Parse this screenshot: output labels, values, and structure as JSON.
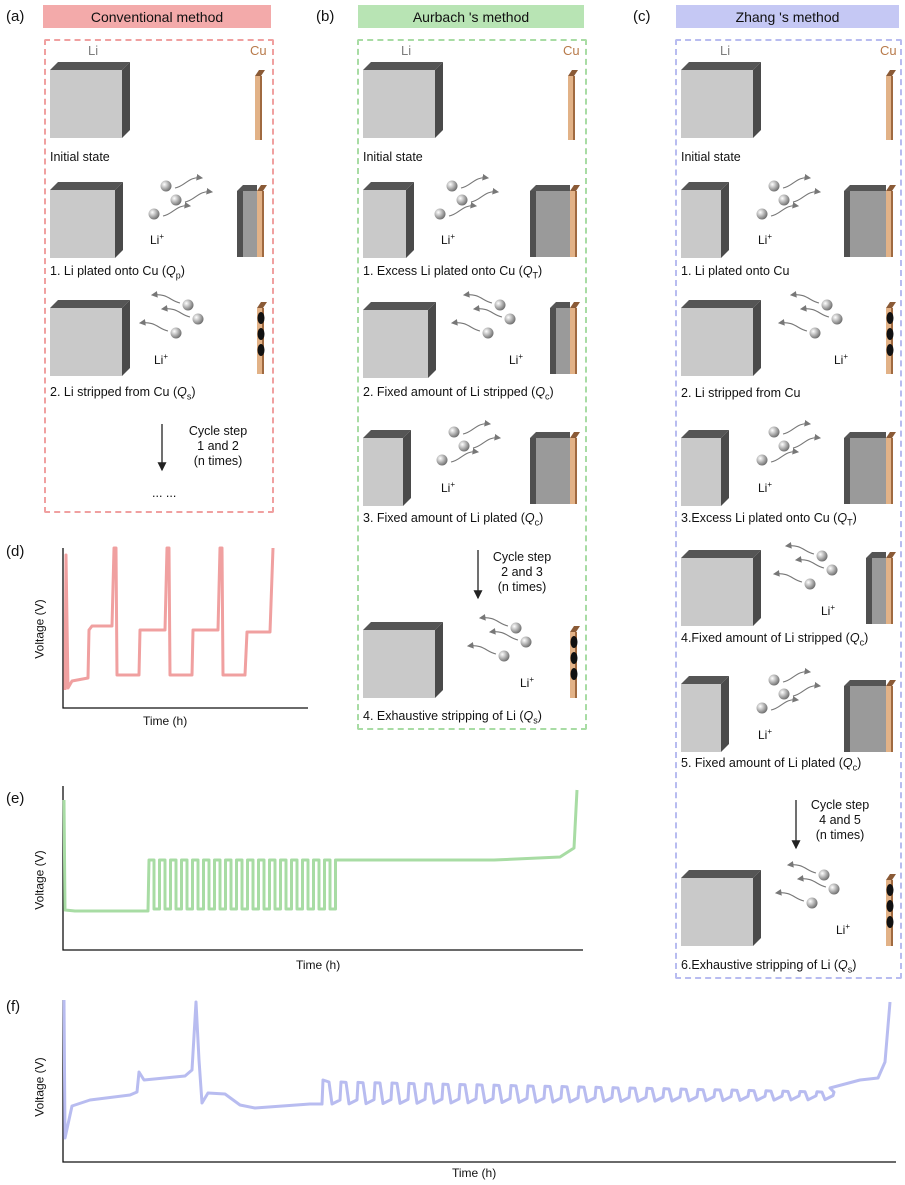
{
  "panels": {
    "a": {
      "label": "(a)",
      "title": "Conventional method",
      "color": "#f0aaaa",
      "border": "#f0a0a0",
      "li": "Li",
      "cu": "Cu",
      "steps": [
        "Initial state",
        "1. Li plated onto Cu (",
        "2. Li stripped from Cu ("
      ],
      "q": [
        "Q",
        "p",
        "Q",
        "s"
      ],
      "cycle": "Cycle step\n1 and 2\n(n times)",
      "ellipsis": "... ..."
    },
    "b": {
      "label": "(b)",
      "title": "Aurbach 's method",
      "color": "#b8e4b4",
      "border": "#a8dca4",
      "li": "Li",
      "cu": "Cu",
      "steps": [
        "Initial state",
        "1. Excess Li plated onto Cu (",
        "2. Fixed amount of Li stripped (",
        "3. Fixed amount of Li plated (",
        "4. Exhaustive stripping of Li ("
      ],
      "q": [
        "T",
        "c",
        "c",
        "s"
      ],
      "cycle": "Cycle step\n2 and 3\n(n times)"
    },
    "c": {
      "label": "(c)",
      "title": "Zhang 's method",
      "color": "#c5c8f4",
      "border": "#b8bcf0",
      "li": "Li",
      "cu": "Cu",
      "steps": [
        "Initial state",
        "1. Li plated onto Cu",
        "2. Li stripped from Cu",
        "3.Excess Li plated onto Cu (",
        "4.Fixed amount of Li stripped (",
        "5. Fixed amount of Li plated (",
        "6.Exhaustive stripping of Li ("
      ],
      "q": [
        "T",
        "c",
        "c",
        "s"
      ],
      "cycle": "Cycle step\n4 and 5\n(n times)"
    },
    "d": {
      "label": "(d)",
      "ylabel": "Voltage (V)",
      "xlabel": "Time (h)",
      "color": "#f0a0a0"
    },
    "e": {
      "label": "(e)",
      "ylabel": "Voltage (V)",
      "xlabel": "Time (h)",
      "color": "#a8dca4"
    },
    "f": {
      "label": "(f)",
      "ylabel": "Voltage (V)",
      "xlabel": "Time (h)",
      "color": "#b8bcf0"
    }
  },
  "ion": "Li",
  "ion_sup": "+"
}
